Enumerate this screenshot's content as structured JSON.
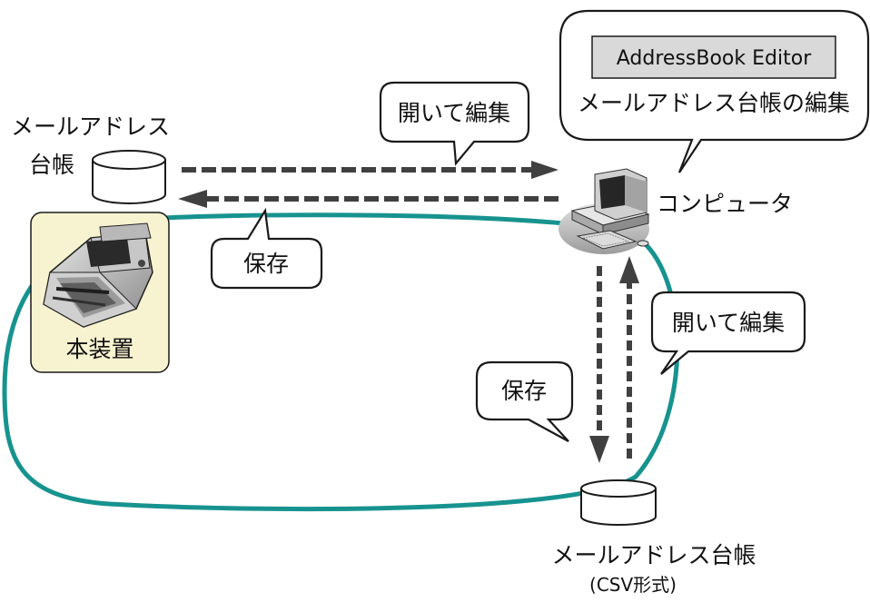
{
  "colors": {
    "loop": "#17938f",
    "arrow": "#404040",
    "device_panel": "#f7f2cf",
    "editor_button": "#d9d9d9"
  },
  "labels": {
    "local_book_line1": "メールアドレス",
    "local_book_line2": "台帳",
    "computer": "コンピュータ",
    "device": "本装置",
    "csv_book": "メールアドレス台帳",
    "csv_format": "(CSV形式)"
  },
  "bubbles": {
    "editor_button": "AddressBook Editor",
    "editor_caption": "メールアドレス台帳の編集",
    "open_edit_top": "開いて編集",
    "save_top": "保存",
    "open_edit_right": "開いて編集",
    "save_bottom": "保存"
  },
  "icons": {
    "local_book": "database-cylinder-icon",
    "csv_book": "database-cylinder-icon",
    "computer": "desktop-computer-icon",
    "device": "document-scanner-icon"
  }
}
